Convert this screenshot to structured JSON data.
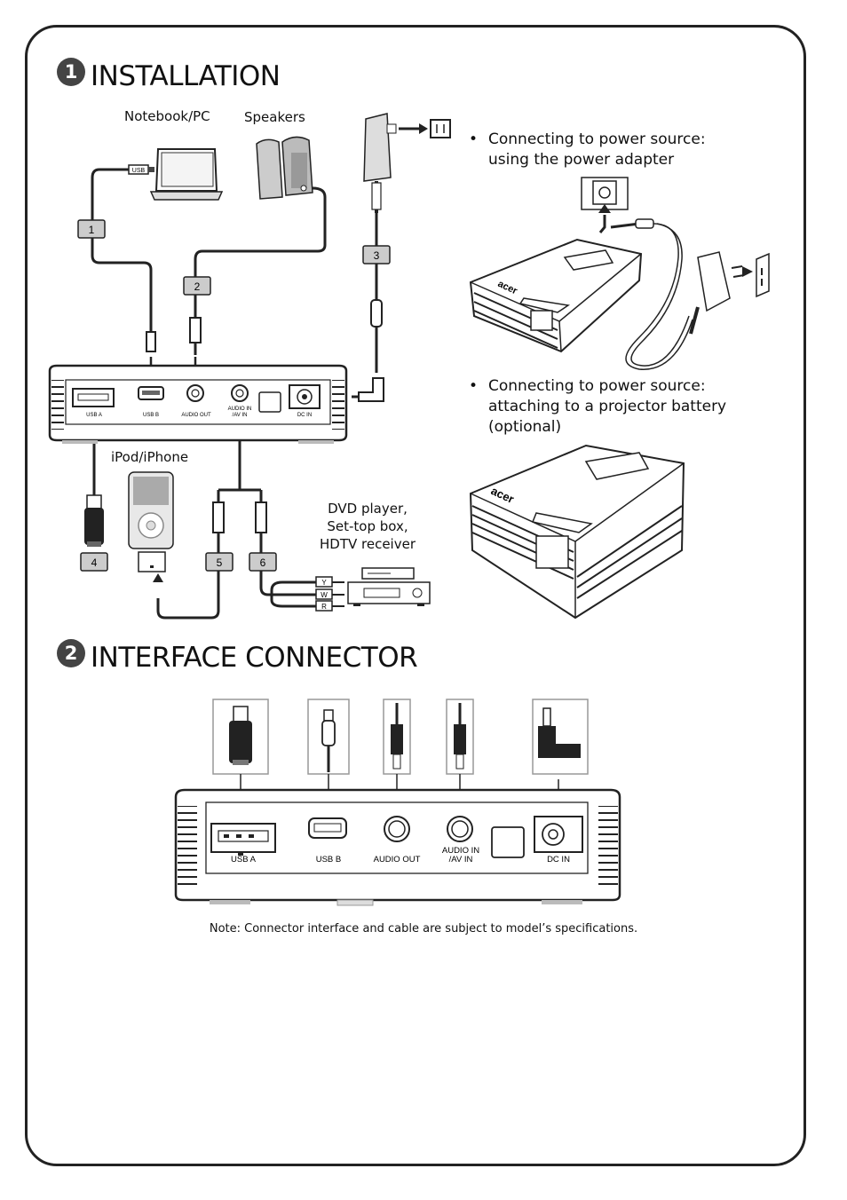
{
  "sections": [
    {
      "number": "1",
      "title": "INSTALLATION"
    },
    {
      "number": "2",
      "title": "INTERFACE CONNECTOR"
    }
  ],
  "installation": {
    "devices": {
      "notebook": "Notebook/PC",
      "speakers": "Speakers",
      "ipod": "iPod/iPhone",
      "dvd_line1": "DVD player,",
      "dvd_line2": "Set-top box,",
      "dvd_line3": "HDTV receiver",
      "usb_plug_text": "USB"
    },
    "cable_numbers": [
      "1",
      "2",
      "3",
      "4",
      "5",
      "6"
    ],
    "ports": [
      "USB A",
      "USB B",
      "AUDIO OUT",
      "AUDIO IN",
      "/AV IN",
      "DC IN"
    ],
    "av_plugs": [
      "Y",
      "W",
      "R"
    ],
    "brand_logo": "acer",
    "power_notes": [
      {
        "line1": "Connecting to power source:",
        "line2": "using the power adapter",
        "line3": ""
      },
      {
        "line1": "Connecting to power source:",
        "line2": "attaching to a projector battery",
        "line3": "(optional)"
      }
    ]
  },
  "interface": {
    "ports": [
      "USB A",
      "USB B",
      "AUDIO OUT",
      "AUDIO IN",
      "/AV IN",
      "DC IN"
    ]
  },
  "note": "Note: Connector interface and cable are subject to model’s specifications."
}
